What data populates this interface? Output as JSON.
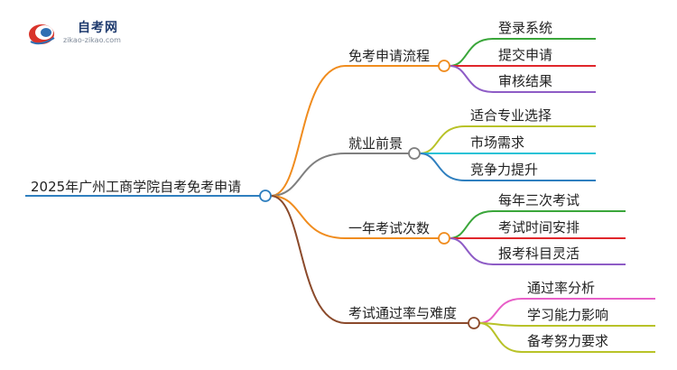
{
  "logo": {
    "title": "自考网",
    "url": "zikao-zikao.com"
  },
  "root": {
    "label": "2025年广州工商学院自考免考申请",
    "color": "#2f7fbf"
  },
  "branches": [
    {
      "label": "免考申请流程",
      "color": "#f08c1e",
      "children": [
        {
          "label": "登录系统",
          "color": "#3aa63a"
        },
        {
          "label": "提交申请",
          "color": "#e0262b"
        },
        {
          "label": "审核结果",
          "color": "#8e5cc6"
        }
      ]
    },
    {
      "label": "就业前景",
      "color": "#7f7f7f",
      "children": [
        {
          "label": "适合专业选择",
          "color": "#b8c228"
        },
        {
          "label": "市场需求",
          "color": "#27c2d6"
        },
        {
          "label": "竞争力提升",
          "color": "#2f7fbf"
        }
      ]
    },
    {
      "label": "一年考试次数",
      "color": "#f08c1e",
      "children": [
        {
          "label": "每年三次考试",
          "color": "#3aa63a"
        },
        {
          "label": "考试时间安排",
          "color": "#e0262b"
        },
        {
          "label": "报考科目灵活",
          "color": "#8e5cc6"
        }
      ]
    },
    {
      "label": "考试通过率与难度",
      "color": "#8b4a2b",
      "children": [
        {
          "label": "通过率分析",
          "color": "#e85fc8"
        },
        {
          "label": "学习能力影响",
          "color": "#b8c228"
        },
        {
          "label": "备考努力要求",
          "color": "#b8c228"
        }
      ]
    }
  ]
}
